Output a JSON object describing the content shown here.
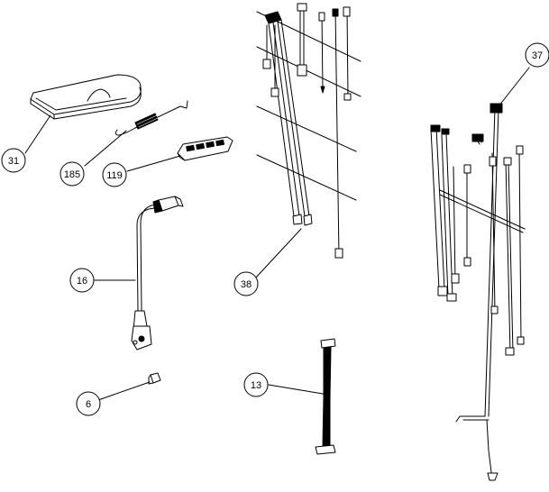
{
  "diagram": {
    "callouts": {
      "c31": "31",
      "c185": "185",
      "c119": "119",
      "c16": "16",
      "c6": "6",
      "c38": "38",
      "c13": "13",
      "c37": "37"
    }
  }
}
